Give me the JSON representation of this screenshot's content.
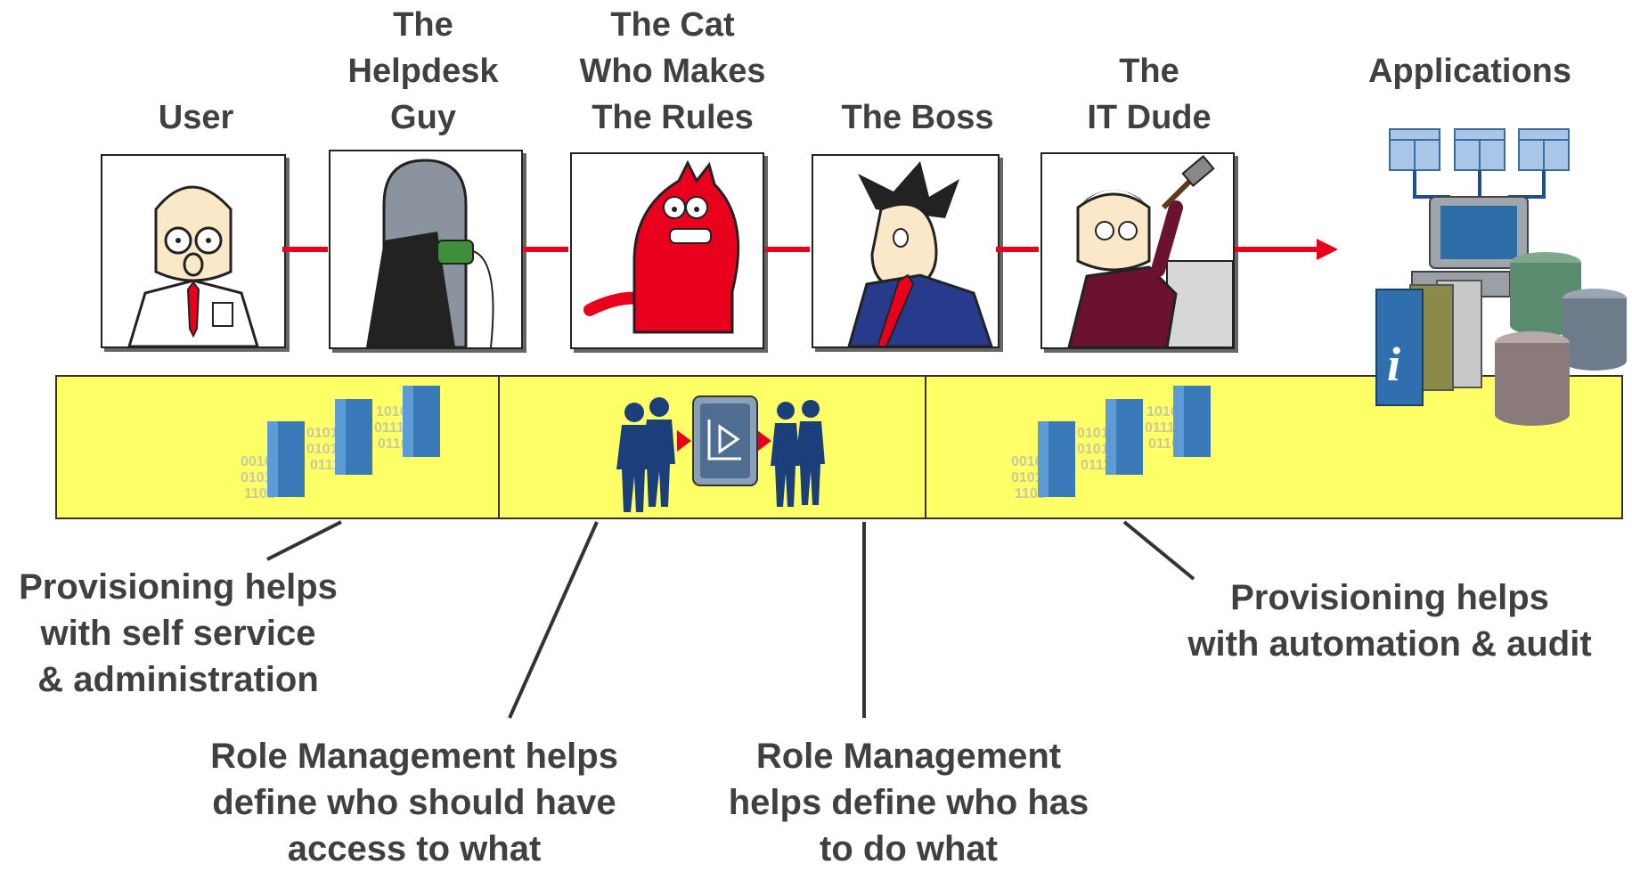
{
  "actors": [
    {
      "name": "User",
      "image": "dilbert-user-cartoon"
    },
    {
      "name": "The\nHelpdesk\nGuy",
      "image": "helpdesk-guy-cartoon"
    },
    {
      "name": "The Cat\nWho Makes\nThe Rules",
      "image": "catbert-cartoon"
    },
    {
      "name": "The Boss",
      "image": "pointy-haired-boss-cartoon"
    },
    {
      "name": "The\nIT Dude",
      "image": "it-dude-cartoon"
    }
  ],
  "applications": {
    "title": "Applications",
    "icon": "applications-servers-databases-icon"
  },
  "band": {
    "color": "#ffff66",
    "segments": [
      {
        "icon": "binary-servers-icon"
      },
      {
        "icon": "role-management-people-icon"
      },
      {
        "icon": "binary-servers-icon"
      }
    ]
  },
  "notes": [
    {
      "text": "Provisioning helps\nwith self service\n& administration"
    },
    {
      "text": "Role Management helps\ndefine who should have\naccess to what"
    },
    {
      "text": "Role Management\nhelps define who has\nto do what"
    },
    {
      "text": "Provisioning helps\nwith automation & audit"
    }
  ],
  "colors": {
    "connector": "#e8001c",
    "text": "#404040",
    "server": "#3a79b8"
  }
}
